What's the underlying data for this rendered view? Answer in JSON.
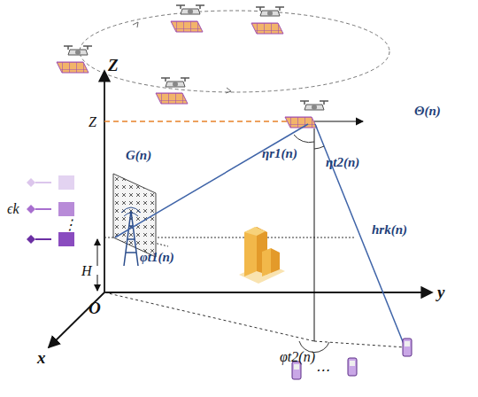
{
  "diagram": {
    "labels": [
      "Z",
      "Z",
      "H",
      "O",
      "x",
      "y",
      "G(n)",
      "ηr1(n)",
      "ηt2(n)",
      "hrk(n)",
      "Θ(n)",
      "φt1(n)",
      "φt2(n)",
      "ϵk",
      "⋮",
      "⋯"
    ]
  }
}
